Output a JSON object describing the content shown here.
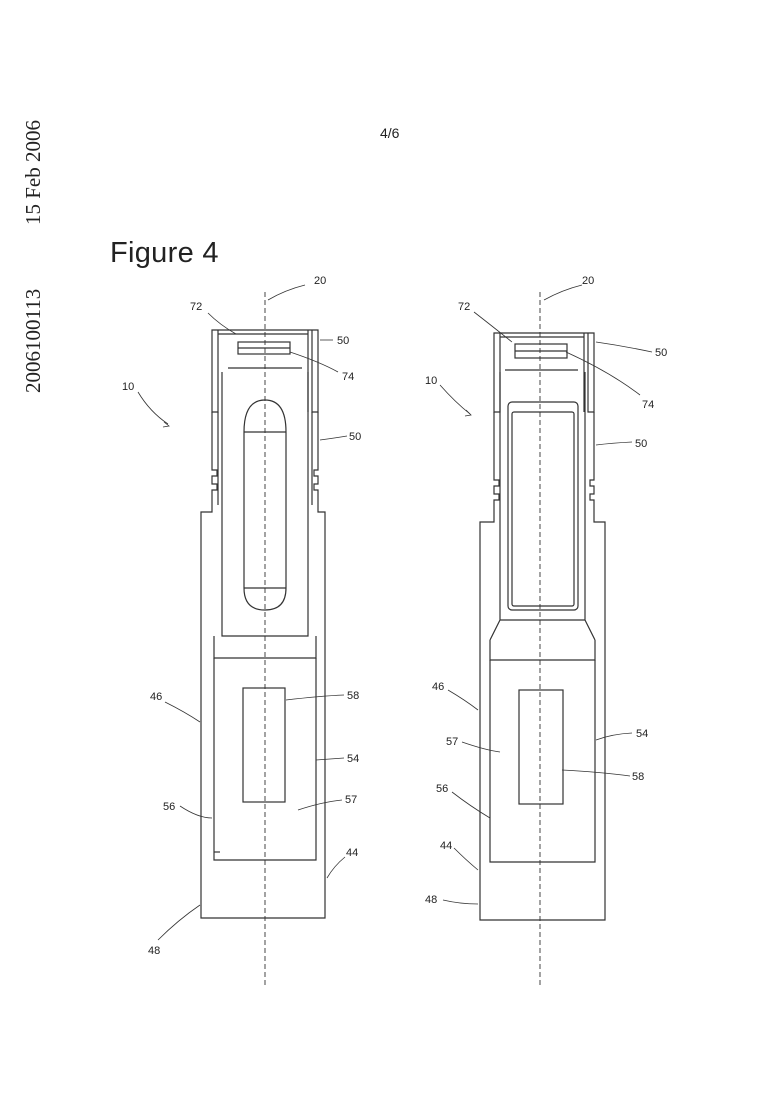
{
  "margin_text": {
    "number": "2006100113",
    "date": "15 Feb 2006"
  },
  "page_number": "4/6",
  "figure_title": "Figure 4",
  "left_labels": {
    "axis": "20",
    "cap": "72",
    "top_part": "50",
    "top_inner": "74",
    "device": "10",
    "side": "50",
    "body_left": "46",
    "window": "58",
    "right_edge": "54",
    "inner_left": "56",
    "inner_right": "57",
    "bottom_right": "44",
    "bottom": "48"
  },
  "right_labels": {
    "axis": "20",
    "cap": "72",
    "top_part": "50",
    "top_inner": "74",
    "device": "10",
    "side": "50",
    "body_left": "46",
    "inner_top": "57",
    "right_edge": "54",
    "inner_left": "56",
    "window": "58",
    "bottom_right": "44",
    "bottom": "48"
  }
}
